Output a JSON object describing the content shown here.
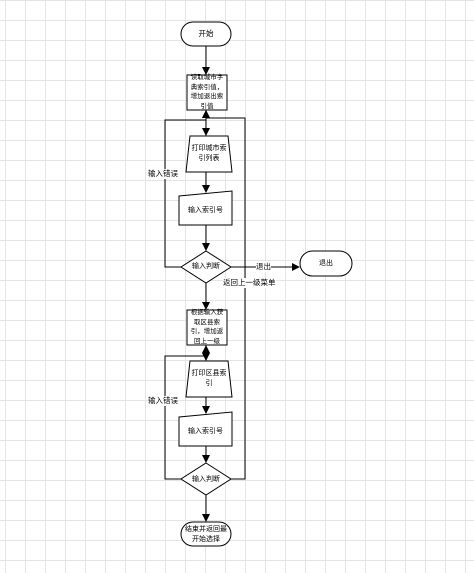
{
  "nodes": {
    "start": "开始",
    "read_city": "读取城市字\n典索引值，\n增加退出索\n引值",
    "print_city": "打印城市索\n引列表",
    "input_index_1": "输入索引号",
    "judge_1": "输入判断",
    "exit": "退出",
    "read_region": "根据输入获\n取区县索\n引，增加返\n回上一级",
    "print_region": "打印区县索\n引",
    "input_index_2": "输入索引号",
    "judge_2": "输入判断",
    "end": "结束并返回最\n开始选择"
  },
  "edge_labels": {
    "error_1": "输入错误",
    "exit_edge": "退出",
    "back": "返回上一级菜单",
    "error_2": "输入错误"
  }
}
